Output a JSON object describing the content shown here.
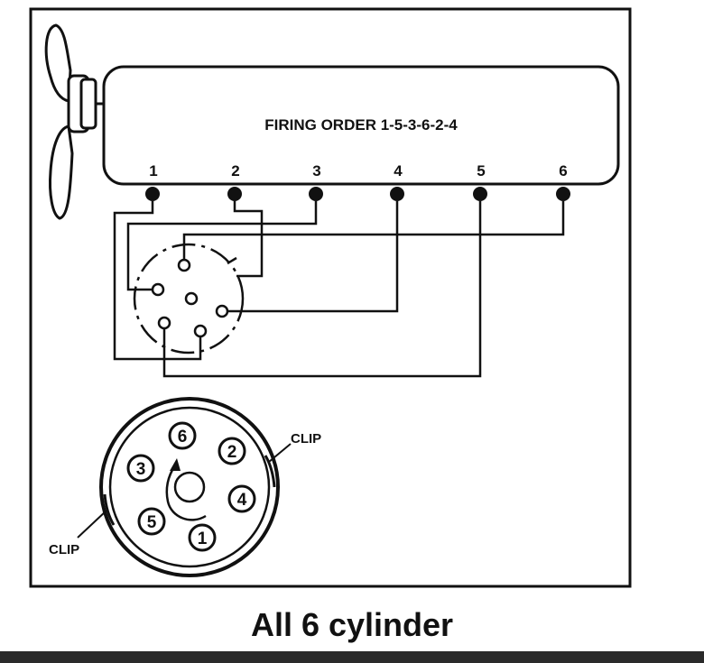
{
  "diagram": {
    "firing_order_label": "FIRING ORDER 1-5-3-6-2-4",
    "cylinders": [
      "1",
      "2",
      "3",
      "4",
      "5",
      "6"
    ],
    "cap_numbers": [
      "6",
      "2",
      "4",
      "1",
      "5",
      "3"
    ],
    "clip_right": "CLIP",
    "clip_left": "CLIP"
  },
  "caption": "All 6 cylinder"
}
